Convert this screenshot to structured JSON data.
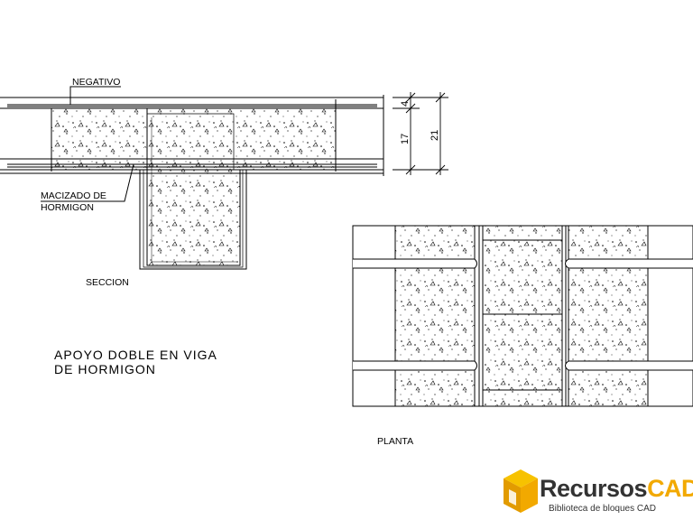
{
  "labels": {
    "negativo": "NEGATIVO",
    "macizado_line1": "MACIZADO DE",
    "macizado_line2": "HORMIGON",
    "seccion": "SECCION",
    "planta": "PLANTA",
    "title_line1": "APOYO DOBLE EN VIGA",
    "title_line2": "DE HORMIGON"
  },
  "dimensions": {
    "d1": "4",
    "d2": "17",
    "d3": "21"
  },
  "logo": {
    "name_a": "Recursos",
    "name_b": "CAD",
    "tagline": "Biblioteca de bloques CAD",
    "accent_color": "#f2a900",
    "text_color": "#333333"
  },
  "colors": {
    "line": "#000000",
    "background": "#ffffff"
  }
}
